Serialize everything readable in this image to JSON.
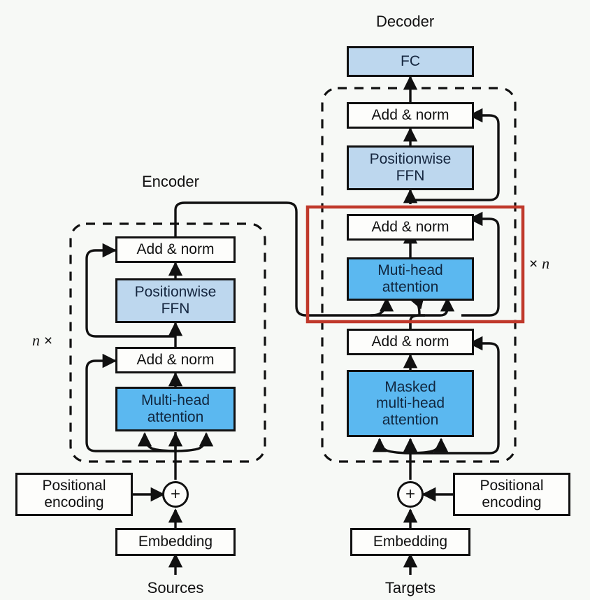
{
  "figure": {
    "background_color": "#f7f9f6",
    "line_color": "#111111",
    "highlight_color": "#c0392b",
    "box_white": "#fdfdfb",
    "box_light_blue": "#bdd7ee",
    "box_mid_blue": "#5bb8f0"
  },
  "encoder": {
    "title": "Encoder",
    "repeat_label_prefix": "n",
    "repeat_label_suffix": "×",
    "blocks": {
      "add_norm_top": "Add & norm",
      "ffn": "Positionwise\nFFN",
      "ffn_line1": "Positionwise",
      "ffn_line2": "FFN",
      "add_norm_bottom": "Add & norm",
      "attention_line1": "Multi-head",
      "attention_line2": "attention"
    },
    "input": {
      "positional_line1": "Positional",
      "positional_line2": "encoding",
      "adder": "+",
      "embedding": "Embedding",
      "source": "Sources"
    }
  },
  "decoder": {
    "title": "Decoder",
    "repeat_label_prefix": "×",
    "repeat_label_suffix": "n",
    "blocks": {
      "fc": "FC",
      "add_norm_top": "Add & norm",
      "ffn_line1": "Positionwise",
      "ffn_line2": "FFN",
      "add_norm_mid": "Add & norm",
      "cross_attention_line1": "Muti-head",
      "cross_attention_line2": "attention",
      "add_norm_bottom": "Add & norm",
      "masked_attention_line1": "Masked",
      "masked_attention_line2": "multi-head",
      "masked_attention_line3": "attention"
    },
    "input": {
      "positional_line1": "Positional",
      "positional_line2": "encoding",
      "adder": "+",
      "embedding": "Embedding",
      "source": "Targets"
    }
  },
  "highlight": {
    "name": "cross-attention-highlight",
    "color": "#c0392b"
  }
}
